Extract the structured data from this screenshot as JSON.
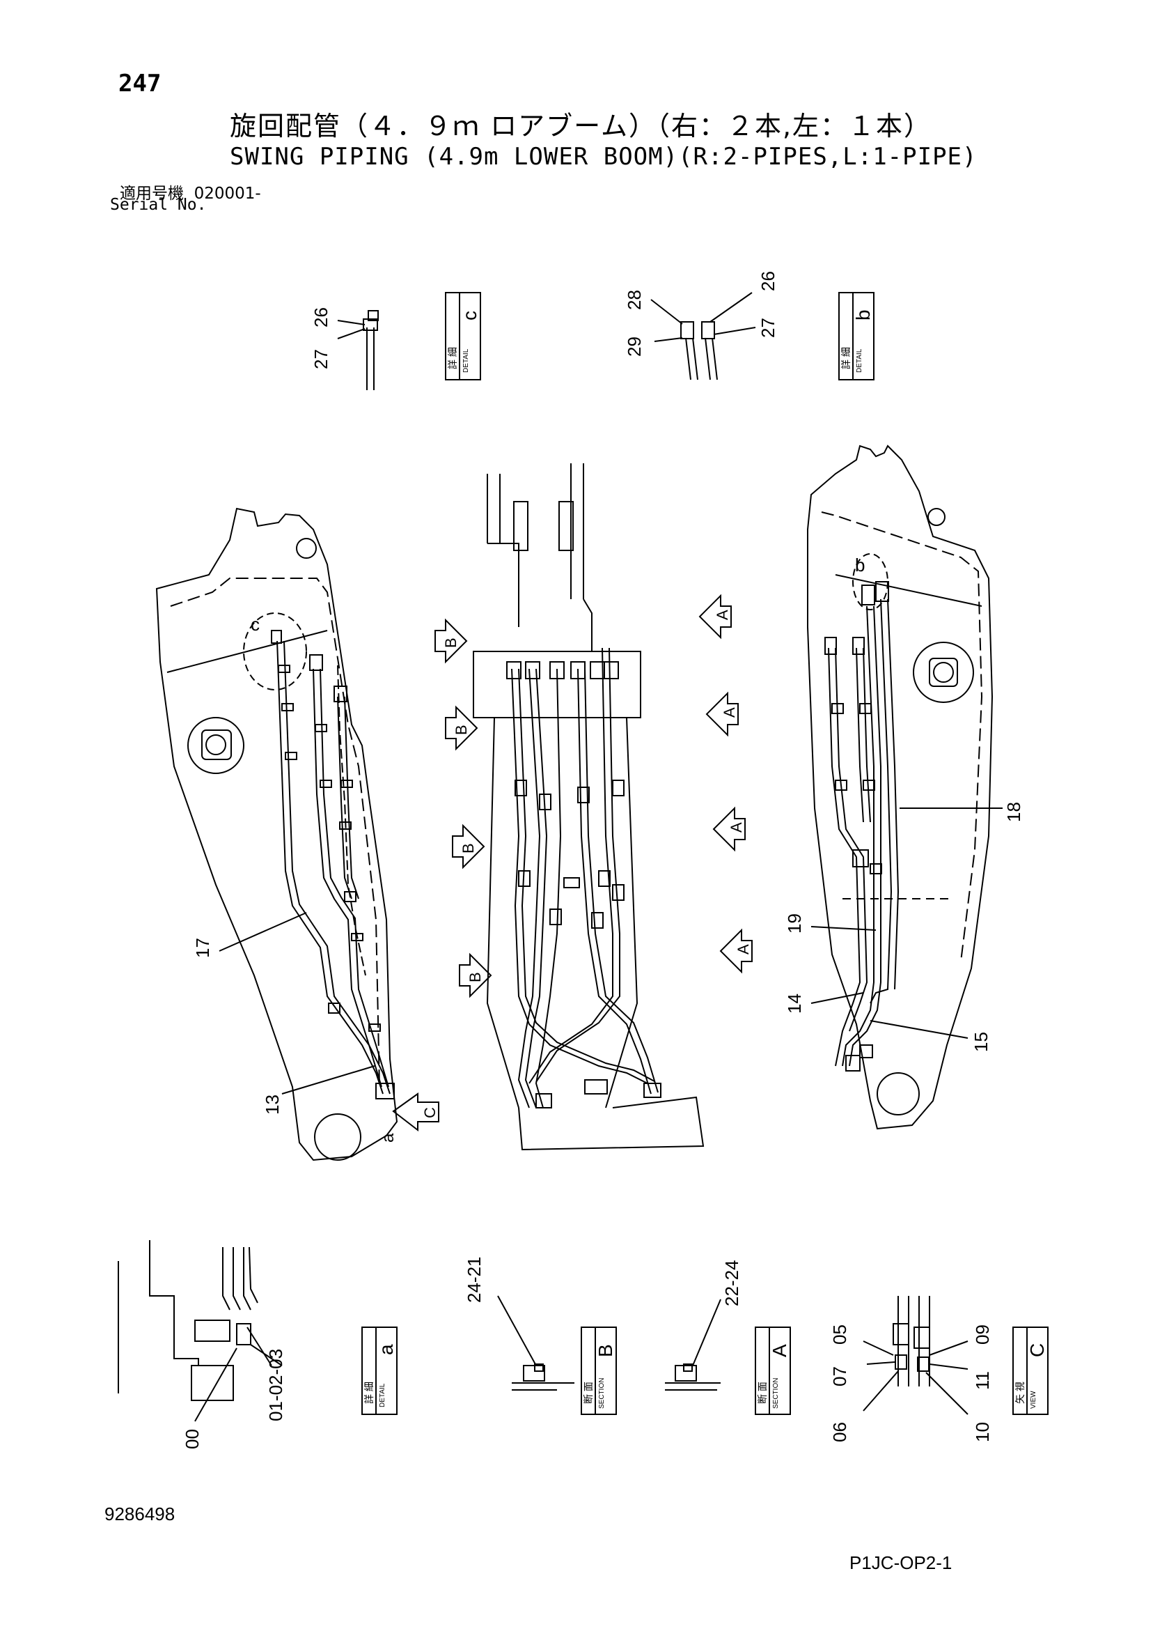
{
  "page_number": "247",
  "title_jp": "旋回配管（４．９ｍ ロアブーム）（右：２本,左：１本）",
  "title_en": "SWING PIPING (4.9m LOWER BOOM)(R:2-PIPES,L:1-PIPE)",
  "serial_label_jp": "適用号機",
  "serial_value": "020001-",
  "serial_label_en": "Serial No.",
  "callouts": {
    "c26": "26",
    "c27": "27",
    "b28": "28",
    "b29": "29",
    "b26": "26",
    "b27": "27",
    "n17": "17",
    "n13": "13",
    "n18": "18",
    "n19": "19",
    "n14": "14",
    "n15": "15",
    "s24_21": "24-21",
    "s22_24": "22-24",
    "n00": "00",
    "n01_02_03": "01-02-03",
    "n05": "05",
    "n07": "07",
    "n06": "06",
    "n09": "09",
    "n11": "11",
    "n10": "10"
  },
  "markers": {
    "a": "a",
    "b": "b",
    "c": "c",
    "A": "A",
    "B": "B",
    "C": "C"
  },
  "views": {
    "detail_c": {
      "kanji": "詳 細",
      "en": "DETAIL",
      "letter": "c"
    },
    "detail_b": {
      "kanji": "詳 細",
      "en": "DETAIL",
      "letter": "b"
    },
    "detail_a": {
      "kanji": "詳 細",
      "en": "DETAIL",
      "letter": "a"
    },
    "section_B": {
      "kanji": "断 面",
      "en": "SECTION",
      "letter": "B"
    },
    "section_A": {
      "kanji": "断 面",
      "en": "SECTION",
      "letter": "A"
    },
    "view_C": {
      "kanji": "矢 視",
      "en": "VIEW",
      "letter": "C"
    }
  },
  "doc_number": "9286498",
  "page_code": "P1JC-OP2-1"
}
